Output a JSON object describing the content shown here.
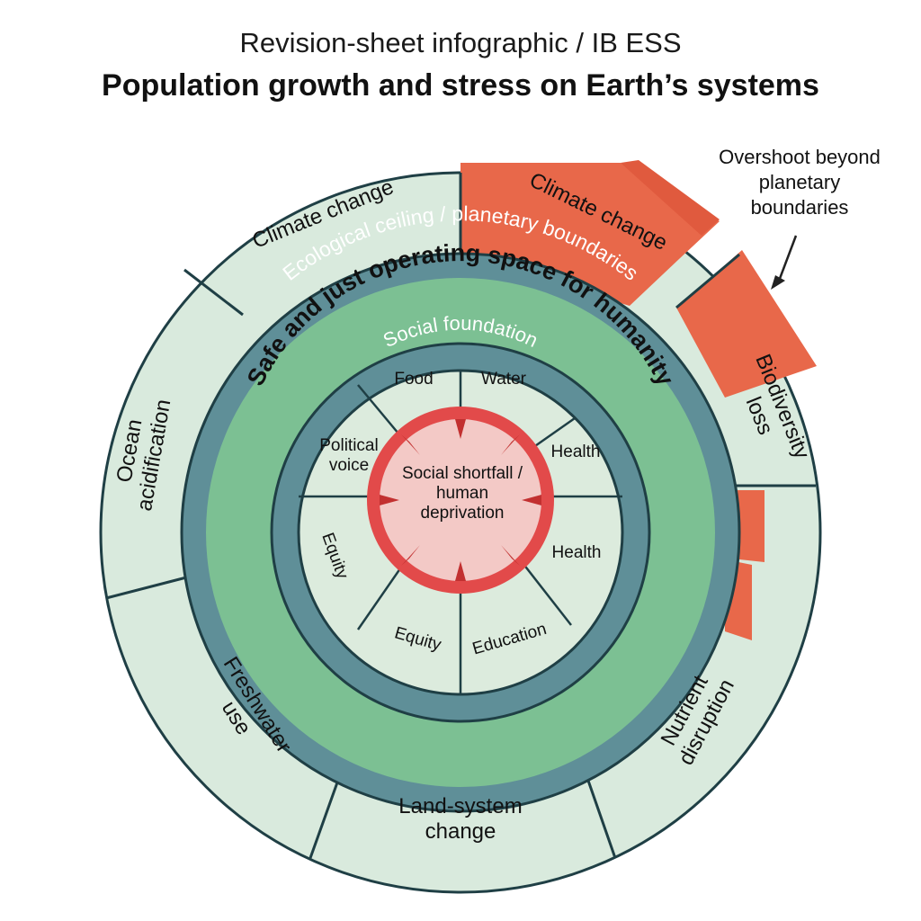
{
  "header": {
    "subtitle": "Revision-sheet infographic / IB ESS",
    "title": "Population growth and stress on Earth’s systems"
  },
  "annotation": {
    "overshoot_lines": [
      "Overshoot beyond",
      "planetary",
      "boundaries"
    ]
  },
  "rings": {
    "ceiling_label": "Ecological ceiling / planetary boundaries",
    "safe_space_label": "Safe and just operating space for humanity",
    "foundation_label": "Social foundation"
  },
  "outer_segments": [
    {
      "lines": [
        "Climate change"
      ]
    },
    {
      "lines": [
        "Climate change"
      ],
      "overshoot": true
    },
    {
      "lines": [
        "Biodiversity",
        "loss"
      ],
      "overshoot": true
    },
    {
      "lines": [
        "Nutrient",
        "disruption"
      ],
      "overshoot": true
    },
    {
      "lines": [
        "Land-system",
        "change"
      ]
    },
    {
      "lines": [
        "Freshwater",
        "use"
      ]
    },
    {
      "lines": [
        "Ocean",
        "acidification"
      ]
    }
  ],
  "social_sectors": [
    {
      "lines": [
        "Food"
      ]
    },
    {
      "lines": [
        "Water"
      ]
    },
    {
      "lines": [
        "Health"
      ]
    },
    {
      "lines": [
        "Health"
      ]
    },
    {
      "lines": [
        "Education"
      ]
    },
    {
      "lines": [
        "Equity"
      ]
    },
    {
      "lines": [
        "Equity"
      ]
    },
    {
      "lines": [
        "Political",
        "voice"
      ]
    }
  ],
  "center": {
    "lines": [
      "Social shortfall /",
      "human",
      "deprivation"
    ]
  },
  "colors": {
    "outer_fill": "#d9eadd",
    "ring_teal": "#5f8f98",
    "safe_green": "#7cc093",
    "inner_fill": "#dcebdd",
    "overshoot": "#e8684a",
    "shortfall_ring": "#e24a4a",
    "shortfall_fill": "#f3c9c6",
    "line": "#1f3f45"
  }
}
